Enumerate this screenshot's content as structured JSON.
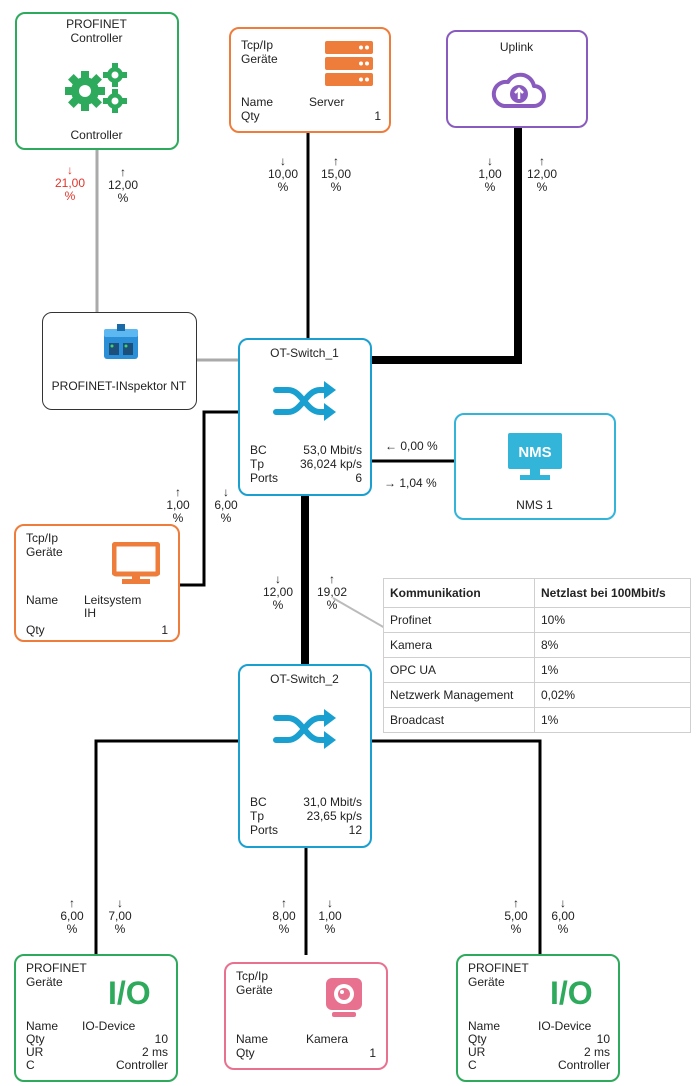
{
  "colors": {
    "green": "#2eaa5c",
    "orange": "#ee7d3b",
    "purple": "#8a5bbf",
    "blue": "#1aa0d0",
    "cyan": "#33b4d9",
    "pink": "#e8718f",
    "red": "#e0352b"
  },
  "profinet_controller": {
    "title1": "PROFINET",
    "title2": "Controller",
    "label": "Controller",
    "icon": "gears-icon"
  },
  "tcp_server": {
    "title1": "Tcp/Ip",
    "title2": "Geräte",
    "name_key": "Name",
    "name_val": "Server",
    "qty_key": "Qty",
    "qty_val": "1",
    "icon": "server-icon"
  },
  "uplink": {
    "title": "Uplink",
    "icon": "cloud-upload-icon"
  },
  "inspektor": {
    "label": "PROFINET-INspektor NT"
  },
  "switch1": {
    "title": "OT-Switch_1",
    "bc_key": "BC",
    "bc_val": "53,0 Mbit/s",
    "tp_key": "Tp",
    "tp_val": "36,024 kp/s",
    "ports_key": "Ports",
    "ports_val": "6"
  },
  "nms": {
    "label": "NMS 1",
    "icon_text": "NMS"
  },
  "leitsystem": {
    "title1": "Tcp/Ip",
    "title2": "Geräte",
    "name_key": "Name",
    "name_val1": "Leitsystem",
    "name_val2": "IH",
    "qty_key": "Qty",
    "qty_val": "1"
  },
  "switch2": {
    "title": "OT-Switch_2",
    "bc_key": "BC",
    "bc_val": "31,0 Mbit/s",
    "tp_key": "Tp",
    "tp_val": "23,65 kp/s",
    "ports_key": "Ports",
    "ports_val": "12"
  },
  "io_left": {
    "title1": "PROFINET",
    "title2": "Geräte",
    "big": "I/O",
    "name_key": "Name",
    "name_val": "IO-Device",
    "qty_key": "Qty",
    "qty_val": "10",
    "ur_key": "UR",
    "ur_val": "2 ms",
    "c_key": "C",
    "c_val": "Controller"
  },
  "kamera": {
    "title1": "Tcp/Ip",
    "title2": "Geräte",
    "name_key": "Name",
    "name_val": "Kamera",
    "qty_key": "Qty",
    "qty_val": "1"
  },
  "io_right": {
    "title1": "PROFINET",
    "title2": "Geräte",
    "big": "I/O",
    "name_key": "Name",
    "name_val": "IO-Device",
    "qty_key": "Qty",
    "qty_val": "10",
    "ur_key": "UR",
    "ur_val": "2 ms",
    "c_key": "C",
    "c_val": "Controller"
  },
  "links": {
    "ctrl_down": {
      "arrow": "↓",
      "val": "21,00",
      "unit": "%"
    },
    "ctrl_up": {
      "arrow": "↑",
      "val": "12,00",
      "unit": "%"
    },
    "server_down": {
      "arrow": "↓",
      "val": "10,00",
      "unit": "%"
    },
    "server_up": {
      "arrow": "↑",
      "val": "15,00",
      "unit": "%"
    },
    "uplink_down": {
      "arrow": "↓",
      "val": "1,00",
      "unit": "%"
    },
    "uplink_up": {
      "arrow": "↑",
      "val": "12,00",
      "unit": "%"
    },
    "leit_up": {
      "arrow": "↑",
      "val": "1,00",
      "unit": "%"
    },
    "leit_down": {
      "arrow": "↓",
      "val": "6,00",
      "unit": "%"
    },
    "nms_in": "← 0,00 %",
    "nms_out": "→ 1,04 %",
    "sw_down": {
      "arrow": "↓",
      "val": "12,00",
      "unit": "%"
    },
    "sw_up": {
      "arrow": "↑",
      "val": "19,02",
      "unit": "%"
    },
    "iol_up": {
      "arrow": "↑",
      "val": "6,00",
      "unit": "%"
    },
    "iol_down": {
      "arrow": "↓",
      "val": "7,00",
      "unit": "%"
    },
    "kam_up": {
      "arrow": "↑",
      "val": "8,00",
      "unit": "%"
    },
    "kam_down": {
      "arrow": "↓",
      "val": "1,00",
      "unit": "%"
    },
    "ior_up": {
      "arrow": "↑",
      "val": "5,00",
      "unit": "%"
    },
    "ior_down": {
      "arrow": "↓",
      "val": "6,00",
      "unit": "%"
    }
  },
  "table": {
    "headers": [
      "Kommunikation",
      "Netzlast bei 100Mbit/s"
    ],
    "rows": [
      [
        "Profinet",
        "10%"
      ],
      [
        "Kamera",
        "8%"
      ],
      [
        "OPC UA",
        "1%"
      ],
      [
        "Netzwerk Management",
        "0,02%"
      ],
      [
        "Broadcast",
        "1%"
      ]
    ]
  }
}
